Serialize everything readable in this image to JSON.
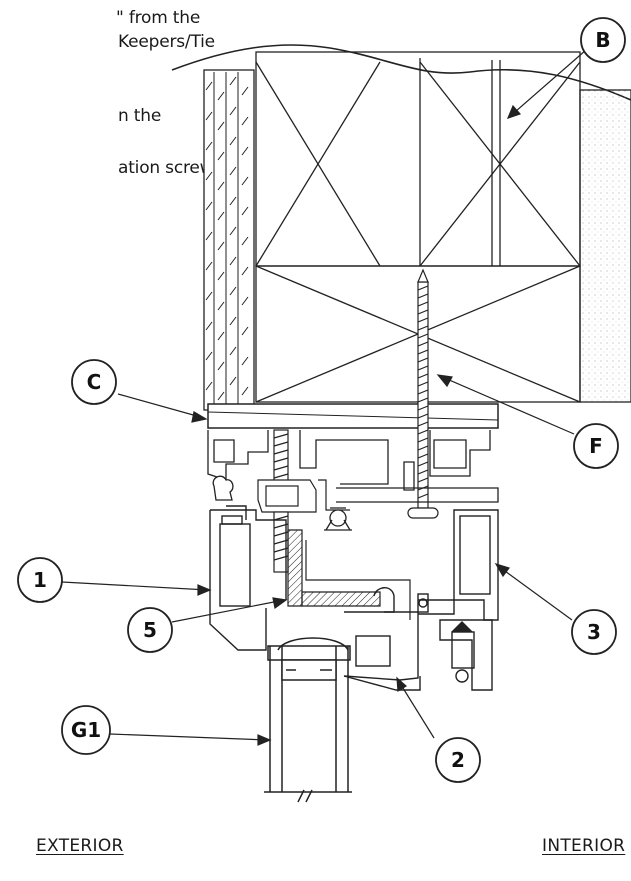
{
  "instructions": {
    "line1": "\" from the",
    "line2": "Keepers/Tie",
    "line3": "n the",
    "line4": "ation screw"
  },
  "callouts": {
    "b": "B",
    "c": "C",
    "f": "F",
    "one": "1",
    "five": "5",
    "three": "3",
    "g1": "G1",
    "two": "2"
  },
  "labels": {
    "exterior": "EXTERIOR",
    "interior": "INTERIOR"
  }
}
